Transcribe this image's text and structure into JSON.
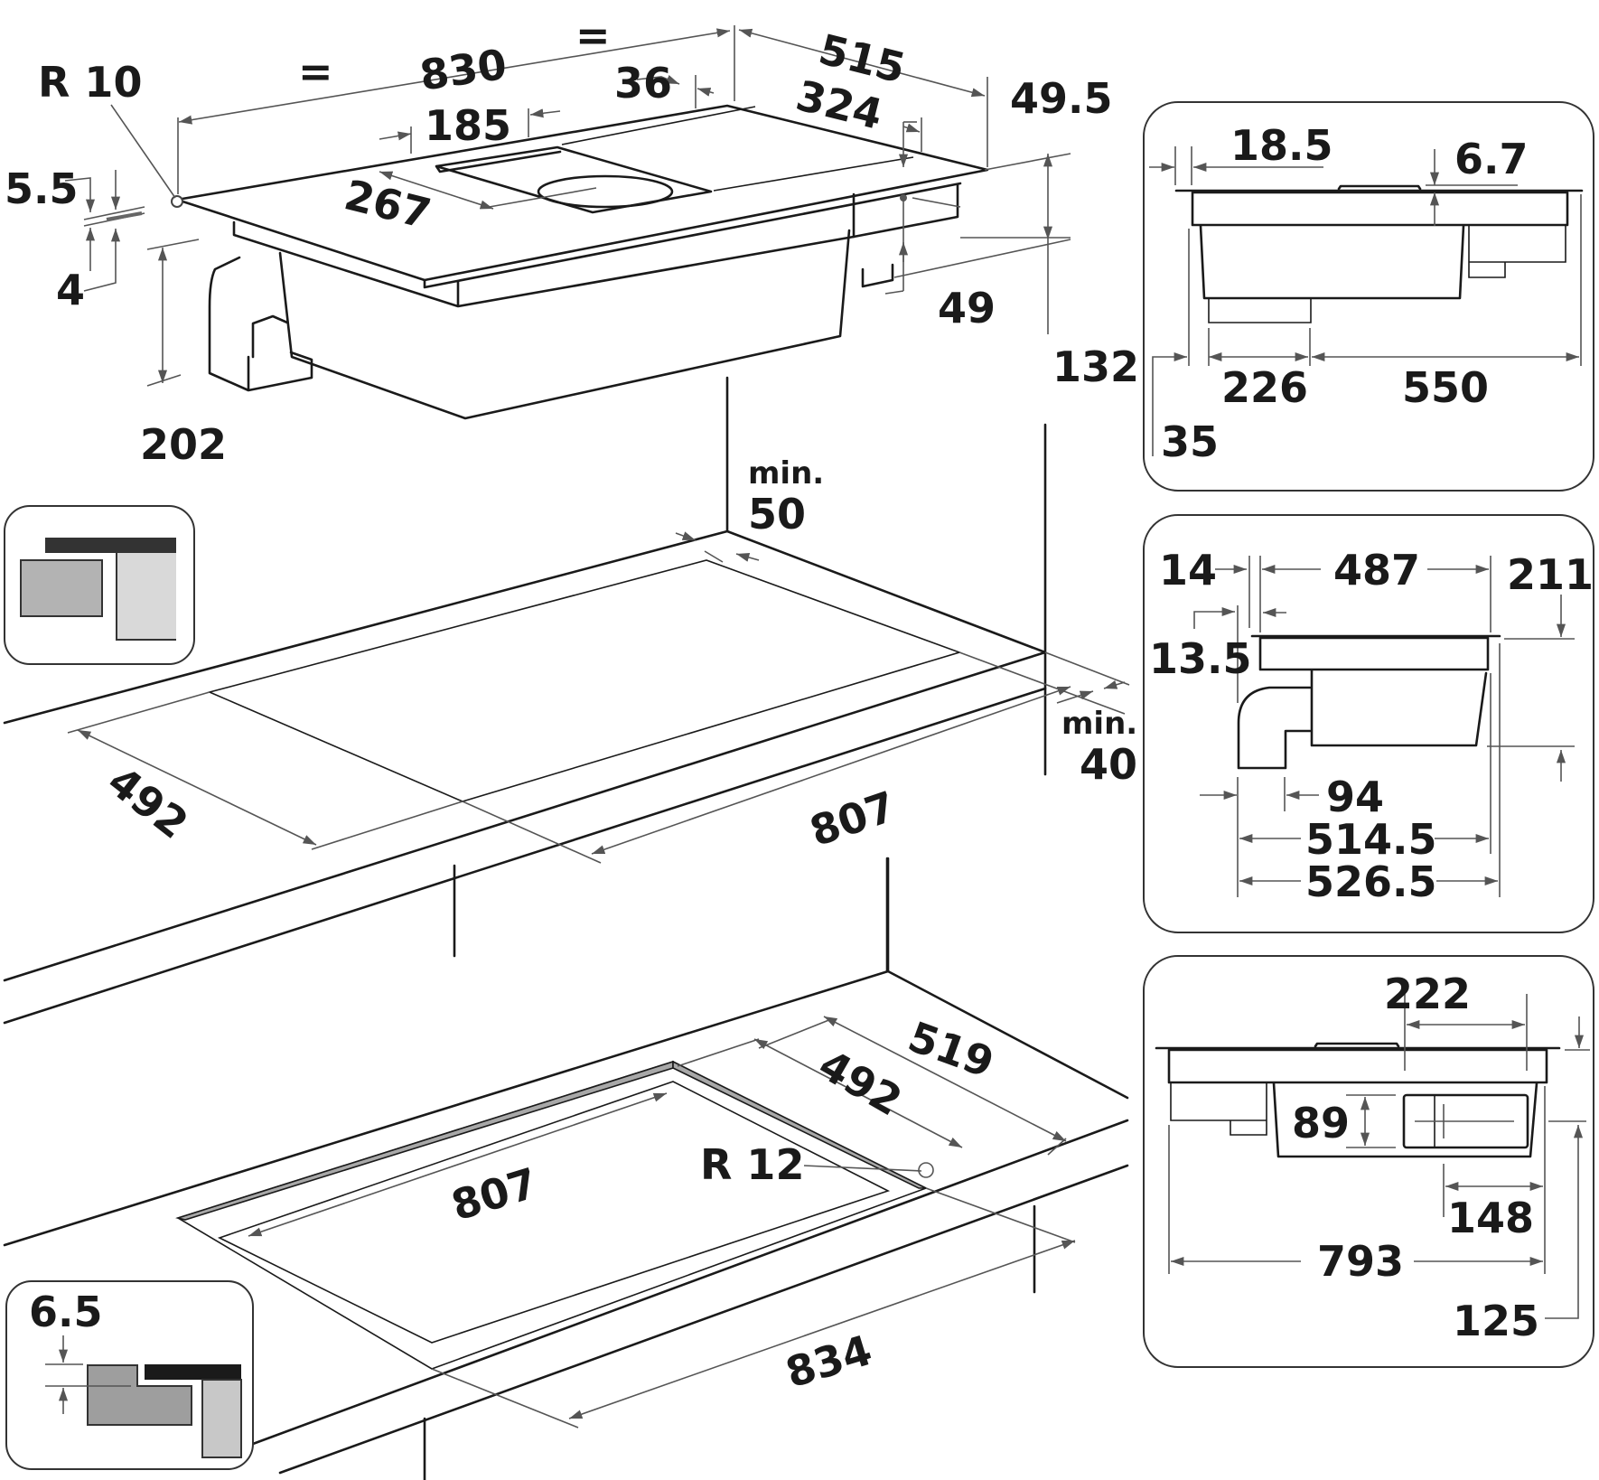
{
  "diagram": {
    "subject": "Downdraft induction hob installation dimensions (mm)",
    "colors": {
      "line": "#1a1a1a",
      "dimension_line": "#555555",
      "gasket_gray": "#a8a8a8",
      "inset_dark": "#333333",
      "inset_mid": "#b3b3b3",
      "inset_light": "#d9d9d9"
    },
    "top_view": {
      "labels": {
        "radius": "R 10",
        "equal_left": "=",
        "width_total": "830",
        "equal_right": "=",
        "depth_total": "515",
        "offset_36": "36",
        "vent_width": "185",
        "vent_depth": "324",
        "vent_offset": "267",
        "glass_thickness": "5.5",
        "frame_thickness": "4",
        "side_49_5": "49.5",
        "side_49": "49",
        "total_height": "132",
        "duct_height": "202"
      }
    },
    "flush_install": {
      "labels": {
        "min_back_label": "min.",
        "min_back_value": "50",
        "min_side_label": "min.",
        "min_side_value": "40",
        "cutout_depth": "492",
        "cutout_width": "807"
      }
    },
    "recessed_install": {
      "labels": {
        "outer_depth": "519",
        "inner_depth": "492",
        "inner_width": "807",
        "outer_width": "834",
        "radius": "R 12",
        "rebate_depth": "6.5"
      }
    },
    "side_view_1": {
      "labels": {
        "left_gap": "18.5",
        "vent_rise": "6.7",
        "offset_35": "35",
        "duct_width": "226",
        "body_length": "550"
      }
    },
    "side_view_2": {
      "labels": {
        "left_14": "14",
        "width_487": "487",
        "height_211": "211",
        "offset_13_5": "13.5",
        "duct_94": "94",
        "width_514_5": "514.5",
        "width_526_5": "526.5"
      }
    },
    "side_view_3": {
      "labels": {
        "vent_222": "222",
        "outlet_89": "89",
        "outlet_148": "148",
        "width_793": "793",
        "height_125": "125"
      }
    }
  }
}
